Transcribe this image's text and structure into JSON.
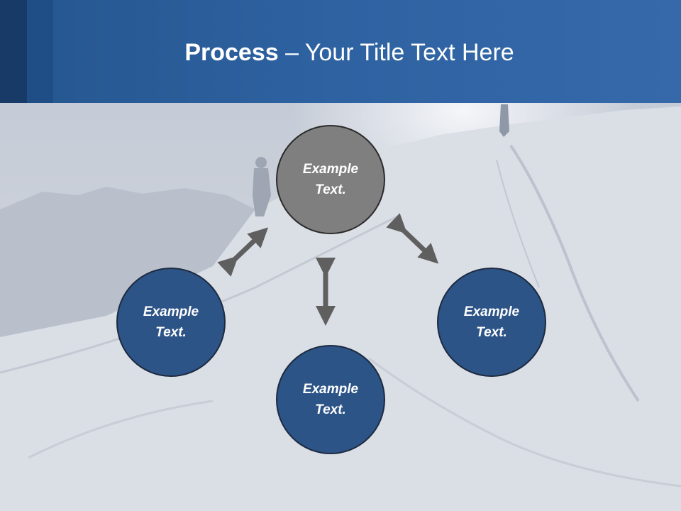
{
  "slide": {
    "title_bold": "Process",
    "title_rest": " – Your Title Text Here"
  },
  "diagram": {
    "nodes": [
      {
        "id": "top",
        "text": "Example Text."
      },
      {
        "id": "left",
        "text": "Example Text."
      },
      {
        "id": "bottom",
        "text": "Example Text."
      },
      {
        "id": "right",
        "text": "Example Text."
      }
    ]
  },
  "colors": {
    "header": "#2e62a1",
    "node_center": "#7f7f7f",
    "node_outer": "#2c5487",
    "arrow": "#5f5f5f"
  }
}
